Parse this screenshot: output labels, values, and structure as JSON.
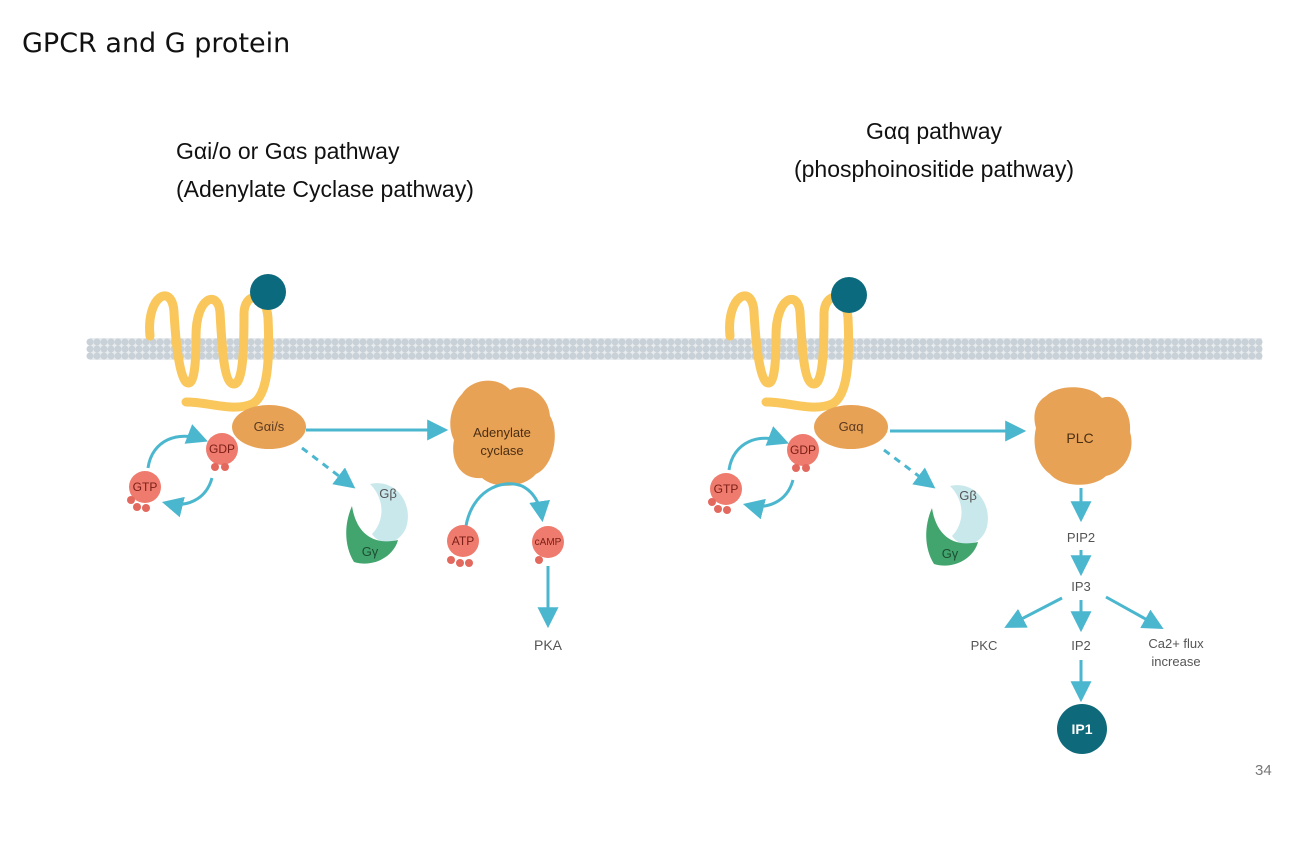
{
  "slide": {
    "title": "GPCR and G protein",
    "page_number": "34"
  },
  "left": {
    "heading_line1": "Gαi/o  or  Gαs pathway",
    "heading_line2": "(Adenylate Cyclase pathway)",
    "g_alpha": "Gαi/s",
    "gdp": "GDP",
    "gtp": "GTP",
    "g_beta": "Gβ",
    "g_gamma": "Gγ",
    "effector_line1": "Adenylate",
    "effector_line2": "cyclase",
    "atp": "ATP",
    "camp": "cAMP",
    "pka": "PKA"
  },
  "right": {
    "heading_line1": "Gαq pathway",
    "heading_line2": "(phosphoinositide pathway)",
    "g_alpha": "Gαq",
    "gdp": "GDP",
    "gtp": "GTP",
    "g_beta": "Gβ",
    "g_gamma": "Gγ",
    "plc": "PLC",
    "pip2": "PIP2",
    "ip3": "IP3",
    "pkc": "PKC",
    "ip2": "IP2",
    "ca_line1": "Ca2+ flux",
    "ca_line2": "increase",
    "ip1": "IP1"
  },
  "colors": {
    "receptor": "#F9C75B",
    "ligand": "#0C6A7E",
    "g_alpha": "#E8A256",
    "nucleotide": "#EE7B6D",
    "phosphate": "#E3695E",
    "arrow": "#4BB7CF",
    "membrane": "#C9D1D8",
    "g_beta": "#C9E8EC",
    "g_gamma": "#43A56E",
    "ip1": "#0E6A7A",
    "label": "#555555"
  }
}
